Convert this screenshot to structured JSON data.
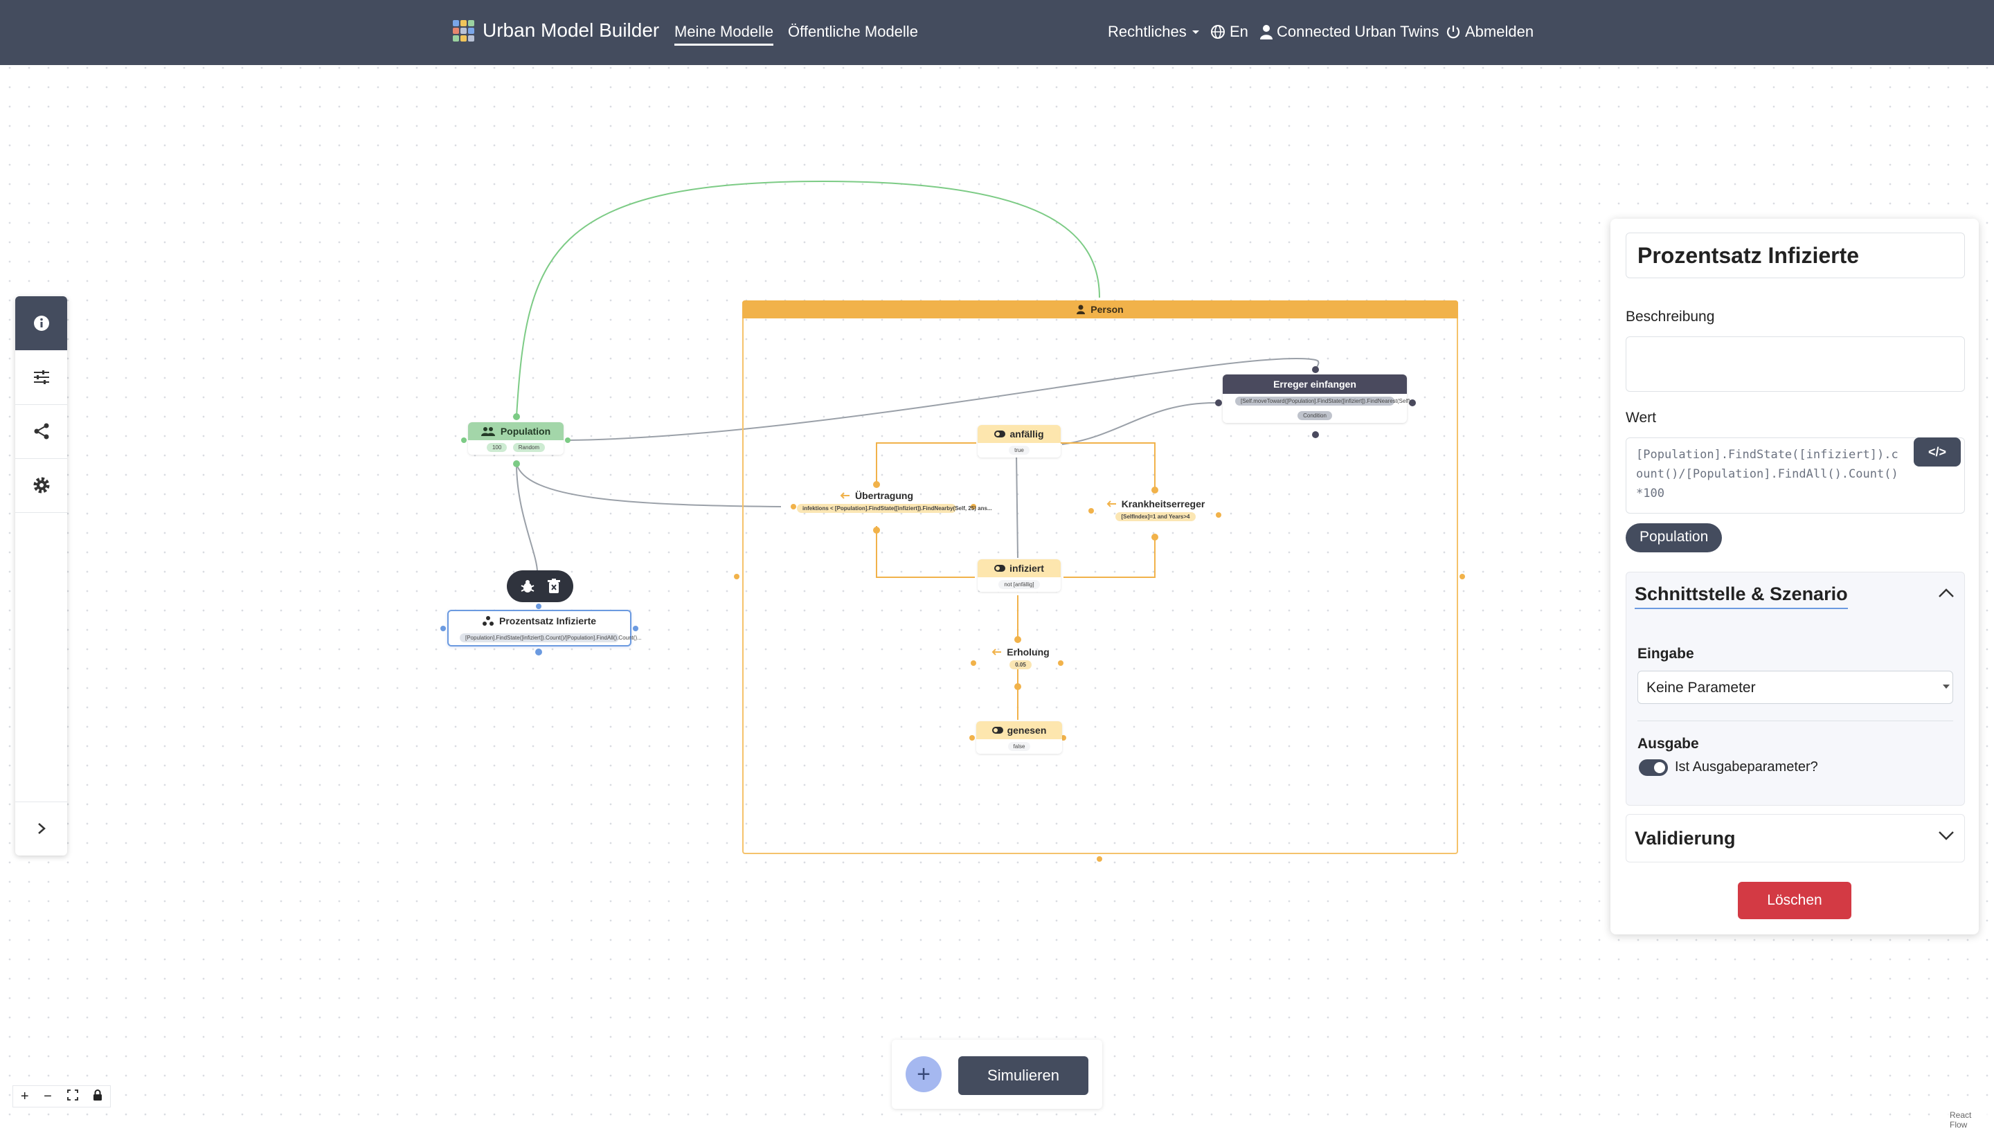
{
  "navbar": {
    "brand": "Urban Model Builder",
    "links": [
      "Meine Modelle",
      "Öffentliche Modelle"
    ],
    "legal": "Rechtliches",
    "language": "En",
    "user": "Connected Urban Twins",
    "logout": "Abmelden"
  },
  "left_toolbar": {
    "icons": [
      "info-icon",
      "sliders-icon",
      "share-icon",
      "gear-icon",
      "chevron-right-icon"
    ]
  },
  "canvas": {
    "group": {
      "label": "Person"
    },
    "population": {
      "label": "Population",
      "pills": [
        "100",
        "Random"
      ]
    },
    "erreger": {
      "label": "Erreger einfangen",
      "pills": [
        "[Self.moveToward([Population].FindState([infiziert]).FindNearest(Self)...",
        "Condition"
      ]
    },
    "anfaellig": {
      "label": "anfällig",
      "pill": "true"
    },
    "uebertragung": {
      "label": "Übertragung",
      "pill": "infektions < [Population].FindState([infiziert]).FindNearby(Self, 25) ans..."
    },
    "krankheitserreger": {
      "label": "Krankheitserreger",
      "pill": "[SelfIndex]=1 and Years>4"
    },
    "infiziert": {
      "label": "infiziert",
      "pill": "not [anfällig]"
    },
    "erholung": {
      "label": "Erholung",
      "pill": "0.05"
    },
    "genesen": {
      "label": "genesen",
      "pill": "false"
    },
    "prozent": {
      "label": "Prozentsatz Infizierte",
      "pill": "[Population].FindState([infiziert]).Count()/[Population].FindAll().Count()..."
    }
  },
  "panel": {
    "title": "Prozentsatz Infizierte",
    "beschreibung_label": "Beschreibung",
    "beschreibung_value": "",
    "wert_label": "Wert",
    "wert_lines": [
      "[Population].FindState([infiziert]).c",
      "ount()/[Population].FindAll().Count()",
      "*100"
    ],
    "tag": "Population",
    "schnittstelle": {
      "title": "Schnittstelle & Szenario",
      "eingabe_label": "Eingabe",
      "eingabe_value": "Keine Parameter",
      "ausgabe_label": "Ausgabe",
      "ausgabe_toggle_label": "Ist Ausgabeparameter?",
      "ausgabe_toggle_on": true
    },
    "validierung": "Validierung",
    "delete": "Löschen"
  },
  "bottom": {
    "add": "+",
    "simulate": "Simulieren"
  },
  "zoom": [
    "+",
    "−",
    "⛶",
    "🔒"
  ],
  "attribution": "React Flow",
  "colors": {
    "navbar": "#444c5e",
    "group": "#f1b24a",
    "state": "#fde6ae",
    "population": "#a3d6a9",
    "erreger": "#4a4a5e",
    "delete": "#d33a44",
    "selected": "#6b9ae0"
  }
}
